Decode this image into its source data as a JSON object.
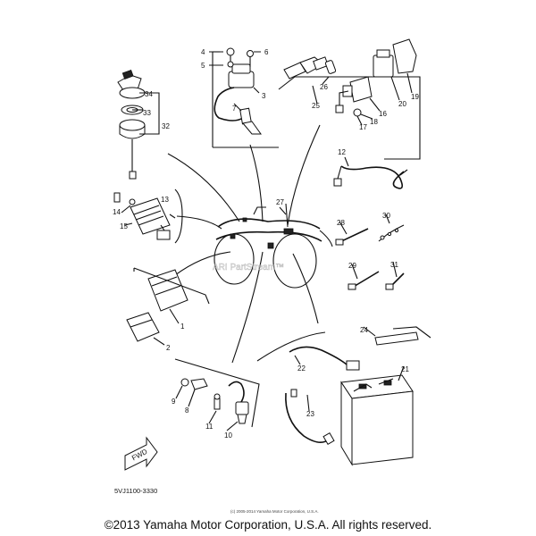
{
  "diagram": {
    "part_numbers": [
      "1",
      "2",
      "3",
      "4",
      "5",
      "6",
      "7",
      "8",
      "9",
      "10",
      "11",
      "12",
      "13",
      "14",
      "15",
      "16",
      "17",
      "18",
      "19",
      "20",
      "21",
      "22",
      "23",
      "24",
      "25",
      "26",
      "27",
      "28",
      "29",
      "30",
      "31",
      "32",
      "33",
      "34"
    ],
    "drawing_code": "5VJ1100-3330",
    "fwd_label": "FWD",
    "watermark": "ARI PartStream™",
    "small_copyright": "(c) 2005-2014 Yamaha Motor Corporation, U.S.A."
  },
  "footer": {
    "copyright": "©2013 Yamaha Motor Corporation, U.S.A. All rights reserved."
  }
}
